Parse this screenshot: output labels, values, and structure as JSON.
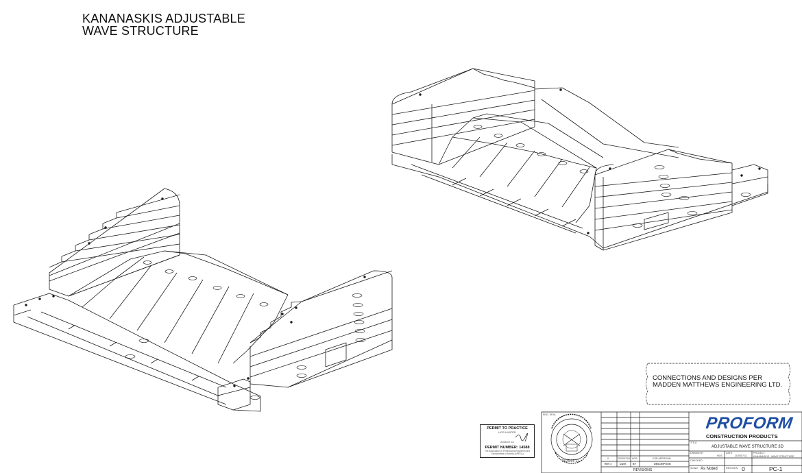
{
  "title": {
    "line1": "KANANASKIS ADJUSTABLE",
    "line2": "WAVE STRUCTURE"
  },
  "note": {
    "line1": "CONNECTIONS AND DESIGNS PER",
    "line2": "MADDEN MATTHEWS ENGINEERING LTD."
  },
  "permit": {
    "heading": "PERMIT TO PRACTICE",
    "company": "HGS LIMITED",
    "signature_date": "2025.07.11",
    "number": "PERMIT NUMBER: 14588",
    "footer": "The Association of Professional Engineers and Geoscientists of Alberta (APEGA)"
  },
  "seal": {
    "label": "ENG. SEAL",
    "date": "2025.07.11"
  },
  "revisions": {
    "rows": [
      {
        "rev": "0",
        "date": "2025/07/09",
        "by": "HGS",
        "description": "FOR APPROVAL"
      }
    ],
    "headers": {
      "rev": "REV #",
      "date": "DATE",
      "by": "BY",
      "description": "DESCRIPTION"
    },
    "caption": "REVISIONS"
  },
  "title_block": {
    "brand": "PROFORM",
    "brand_sub": "CONSTRUCTION PRODUCTS",
    "title_label": "TITLE",
    "title": "ADJUSTABLE WAVE STRUCTURE 3D",
    "drawn_by_label": "DRAWN BY",
    "drawn_by": "HGS",
    "date_label": "DATE",
    "date": "2025/07/11",
    "checked_label": "CHECKED",
    "project_label": "PROJECT",
    "project": "KANANASKIS - WAVE STRUCTURE",
    "scale_label": "SCALE",
    "scale": "As Noted",
    "revision_label": "REVISION",
    "revision": "0",
    "sheet": "PC-1"
  },
  "colors": {
    "line": "#1a1a1a",
    "brand": "#1f4fa3"
  }
}
